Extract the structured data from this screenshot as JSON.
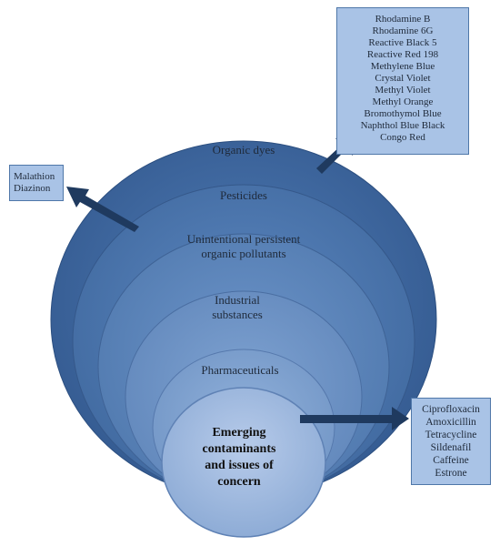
{
  "diagram": {
    "rings": [
      {
        "label_lines": [
          "Organic dyes"
        ]
      },
      {
        "label_lines": [
          "Pesticides"
        ]
      },
      {
        "label_lines": [
          "Unintentional persistent",
          "organic pollutants"
        ]
      },
      {
        "label_lines": [
          "Industrial",
          "substances"
        ]
      },
      {
        "label_lines": [
          "Pharmaceuticals"
        ]
      }
    ],
    "center": {
      "label_lines": [
        "Emerging",
        "contaminants",
        "and issues of",
        "concern"
      ]
    }
  },
  "boxes": {
    "organic_dyes": [
      "Rhodamine B",
      "Rhodamine 6G",
      "Reactive Black 5",
      "Reactive Red 198",
      "Methylene Blue",
      "Crystal Violet",
      "Methyl Violet",
      "Methyl Orange",
      "Bromothymol Blue",
      "Naphthol Blue Black",
      "Congo Red"
    ],
    "pesticides": [
      "Malathion",
      "Diazinon"
    ],
    "pharmaceuticals": [
      "Ciprofloxacin",
      "Amoxicillin",
      "Tetracycline",
      "Sildenafil",
      "Caffeine",
      "Estrone"
    ]
  },
  "colors": {
    "ring_outer": "#3f6aa3",
    "ring_2": "#4f7bb4",
    "ring_3": "#6089c0",
    "ring_4": "#7298cb",
    "ring_5": "#85a7d4",
    "center": "#a3bbe0",
    "arrow": "#1f3a5f",
    "box_fill": "#a9c3e6",
    "box_border": "#4f77a9"
  }
}
